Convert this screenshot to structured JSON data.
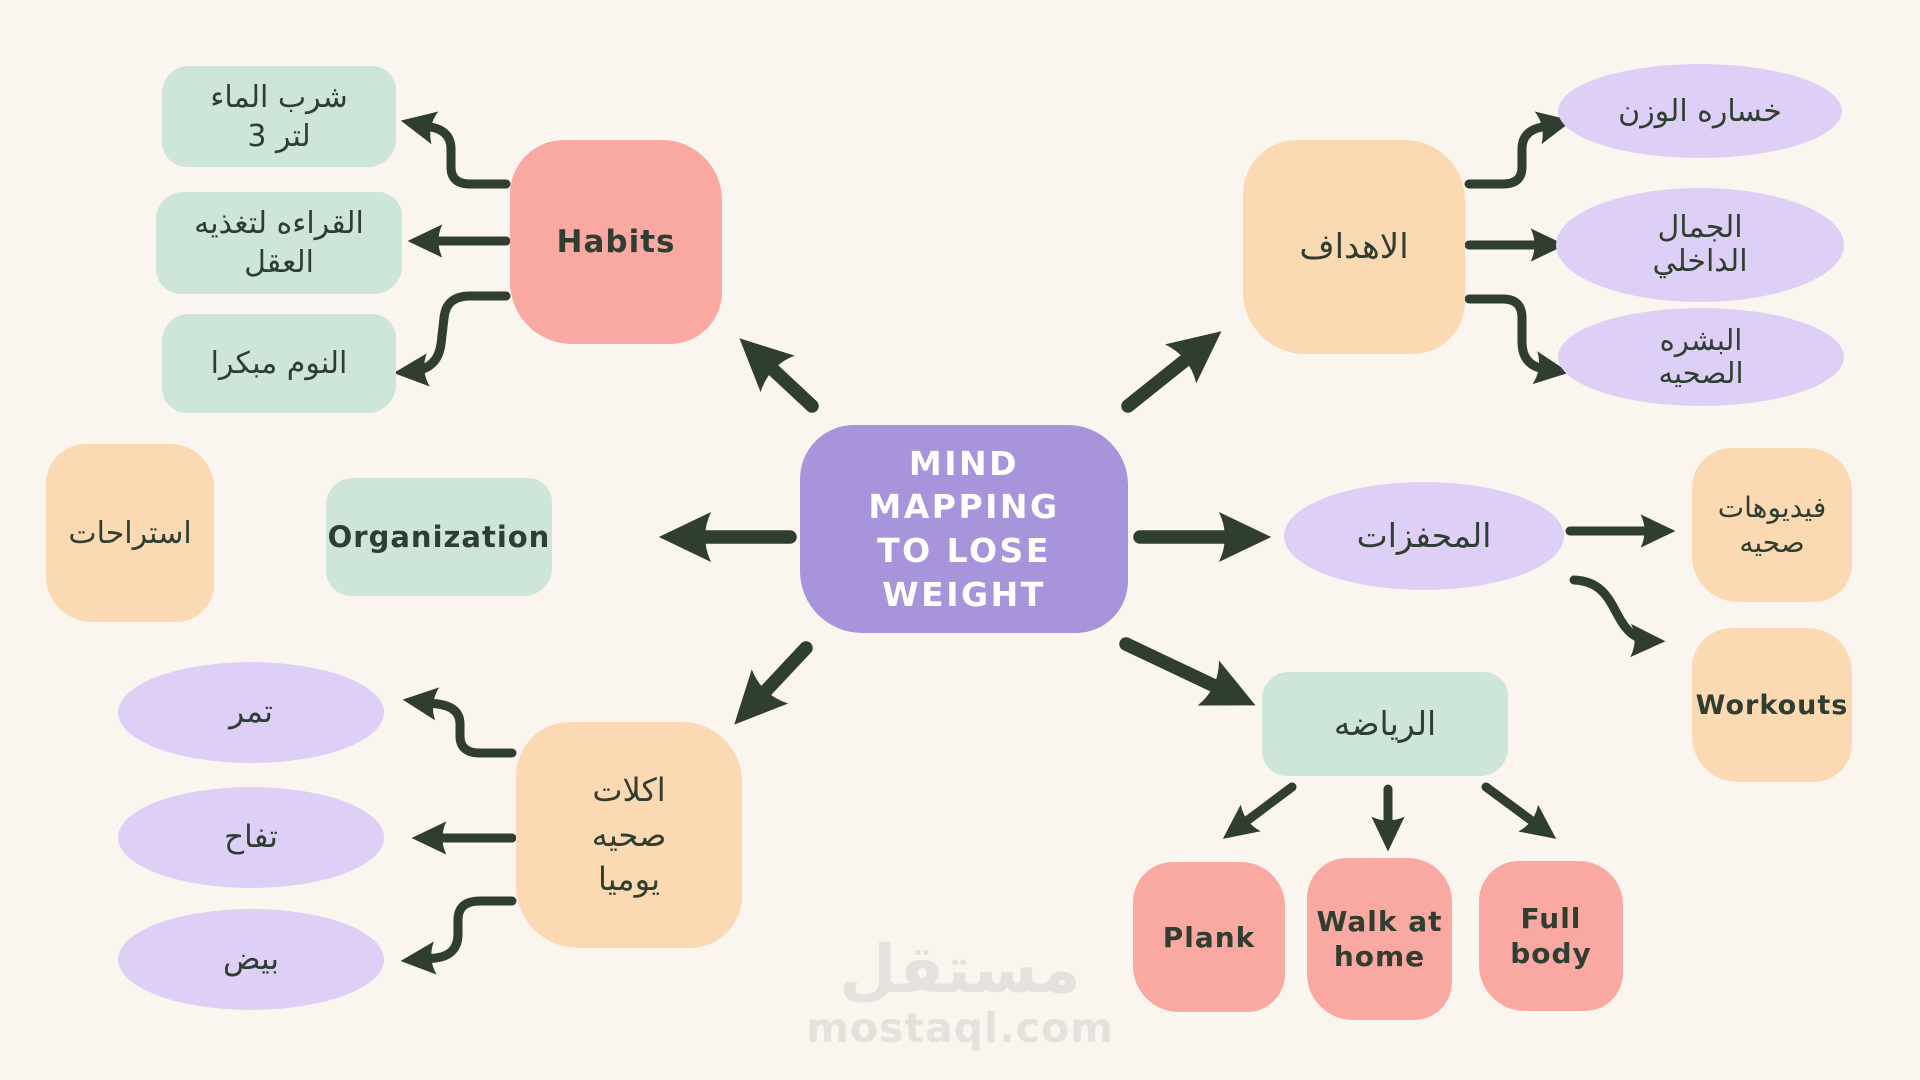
{
  "palette": {
    "background": "#FBF5EF",
    "ink": "#2F3E31",
    "purple": "#A894DB",
    "pink": "#F9A9A1",
    "mint": "#CEE5DA",
    "peach": "#FBD9B3",
    "lavender": "#DDCFF6",
    "watermark": "#E6E1DC"
  },
  "center": {
    "label": "MIND\nMAPPING\nTO LOSE\nWEIGHT"
  },
  "nodes": {
    "habits": {
      "label": "Habits"
    },
    "water": {
      "label": "شرب الماء\nلتر 3"
    },
    "reading": {
      "label": "القراءه لتغذيه\nالعقل"
    },
    "sleep": {
      "label": "النوم مبكرا"
    },
    "goals": {
      "label": "الاهداف"
    },
    "weight_loss": {
      "label": "خساره الوزن"
    },
    "inner_beauty": {
      "label": "الجمال\nالداخلي"
    },
    "healthy_skin": {
      "label": "البشره\nالصحيه"
    },
    "organization": {
      "label": "Organization"
    },
    "breaks": {
      "label": "استراحات"
    },
    "motivators": {
      "label": "المحفزات"
    },
    "healthy_videos": {
      "label": "فيديوهات\nصحيه"
    },
    "workouts": {
      "label": "Workouts"
    },
    "healthy_foods": {
      "label": "اكلات\nصحيه\nيوميا"
    },
    "dates": {
      "label": "تمر"
    },
    "apples": {
      "label": "تفاح"
    },
    "eggs": {
      "label": "بيض"
    },
    "sports": {
      "label": "الرياضه"
    },
    "plank": {
      "label": "Plank"
    },
    "walk_at_home": {
      "label": "Walk at\nhome"
    },
    "full_body": {
      "label": "Full\nbody"
    }
  },
  "watermark": {
    "logo": "مستقل",
    "site": "mostaql.com"
  }
}
